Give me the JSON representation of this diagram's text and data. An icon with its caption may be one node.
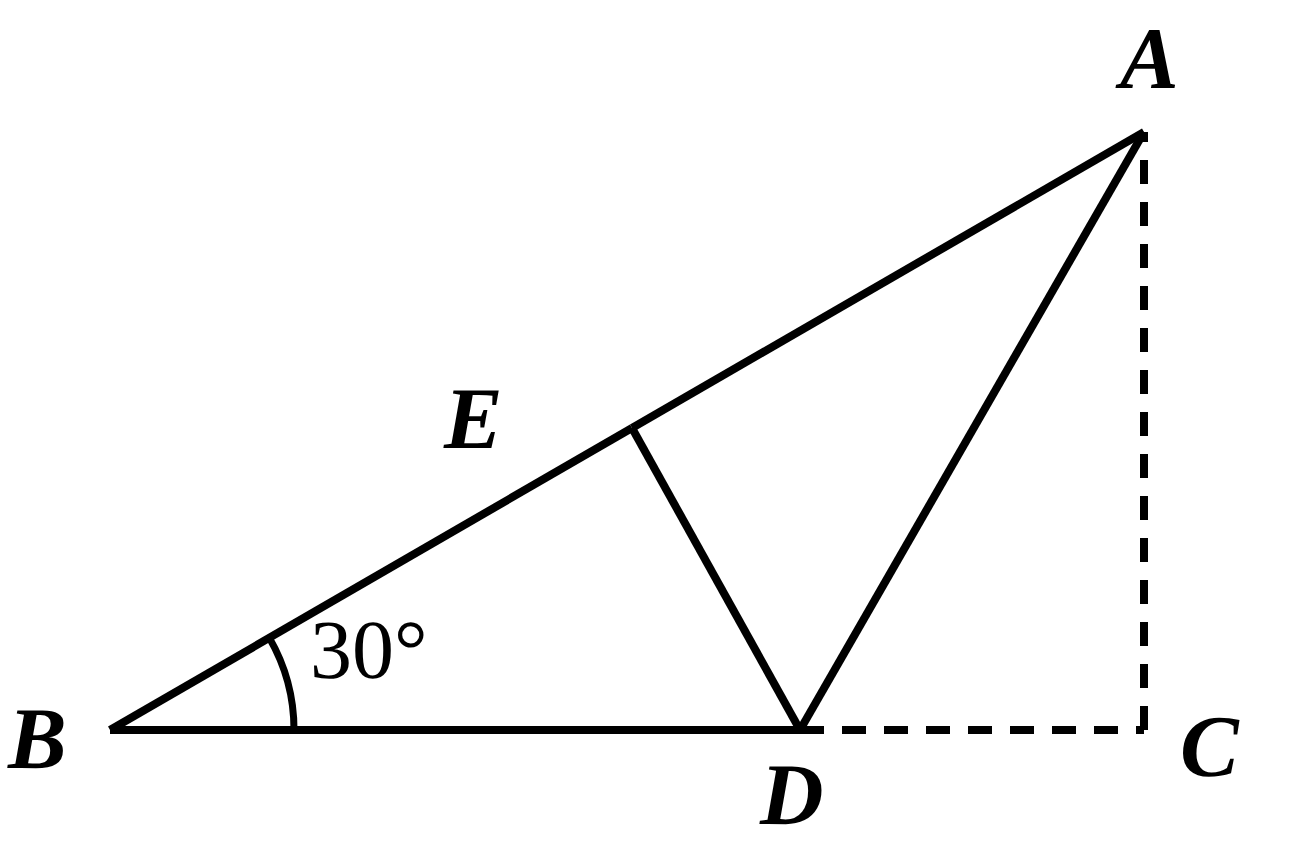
{
  "diagram": {
    "nodes": [
      {
        "text": [
          "A"
        ]
      },
      {
        "text": [
          "B"
        ]
      },
      {
        "text": [
          "C"
        ]
      },
      {
        "text": [
          "D"
        ]
      },
      {
        "text": [
          "E"
        ]
      }
    ],
    "edges": [
      {
        "from": 1,
        "to": 4,
        "arrow": "none"
      },
      {
        "from": 4,
        "to": 0,
        "arrow": "none"
      },
      {
        "from": 1,
        "to": 3,
        "arrow": "none"
      },
      {
        "from": 3,
        "to": 0,
        "arrow": "none"
      },
      {
        "from": 4,
        "to": 3,
        "arrow": "none"
      },
      {
        "from": 3,
        "to": 2,
        "arrow": "none",
        "style": "dashed"
      },
      {
        "from": 2,
        "to": 0,
        "arrow": "none",
        "style": "dashed"
      }
    ],
    "labels": [
      "30°"
    ]
  }
}
